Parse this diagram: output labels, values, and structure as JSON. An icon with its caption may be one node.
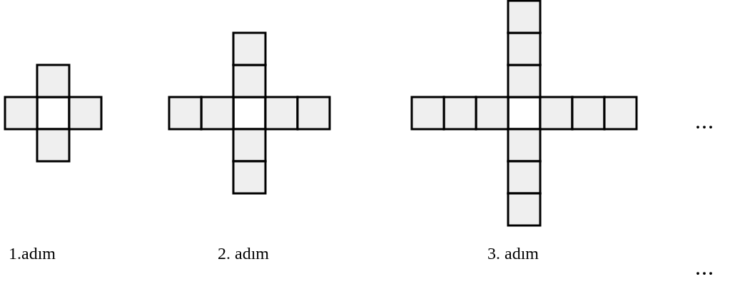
{
  "diagram": {
    "labels": [
      "...",
      "1.adım",
      "2. adım",
      "3. adım",
      "..."
    ]
  }
}
